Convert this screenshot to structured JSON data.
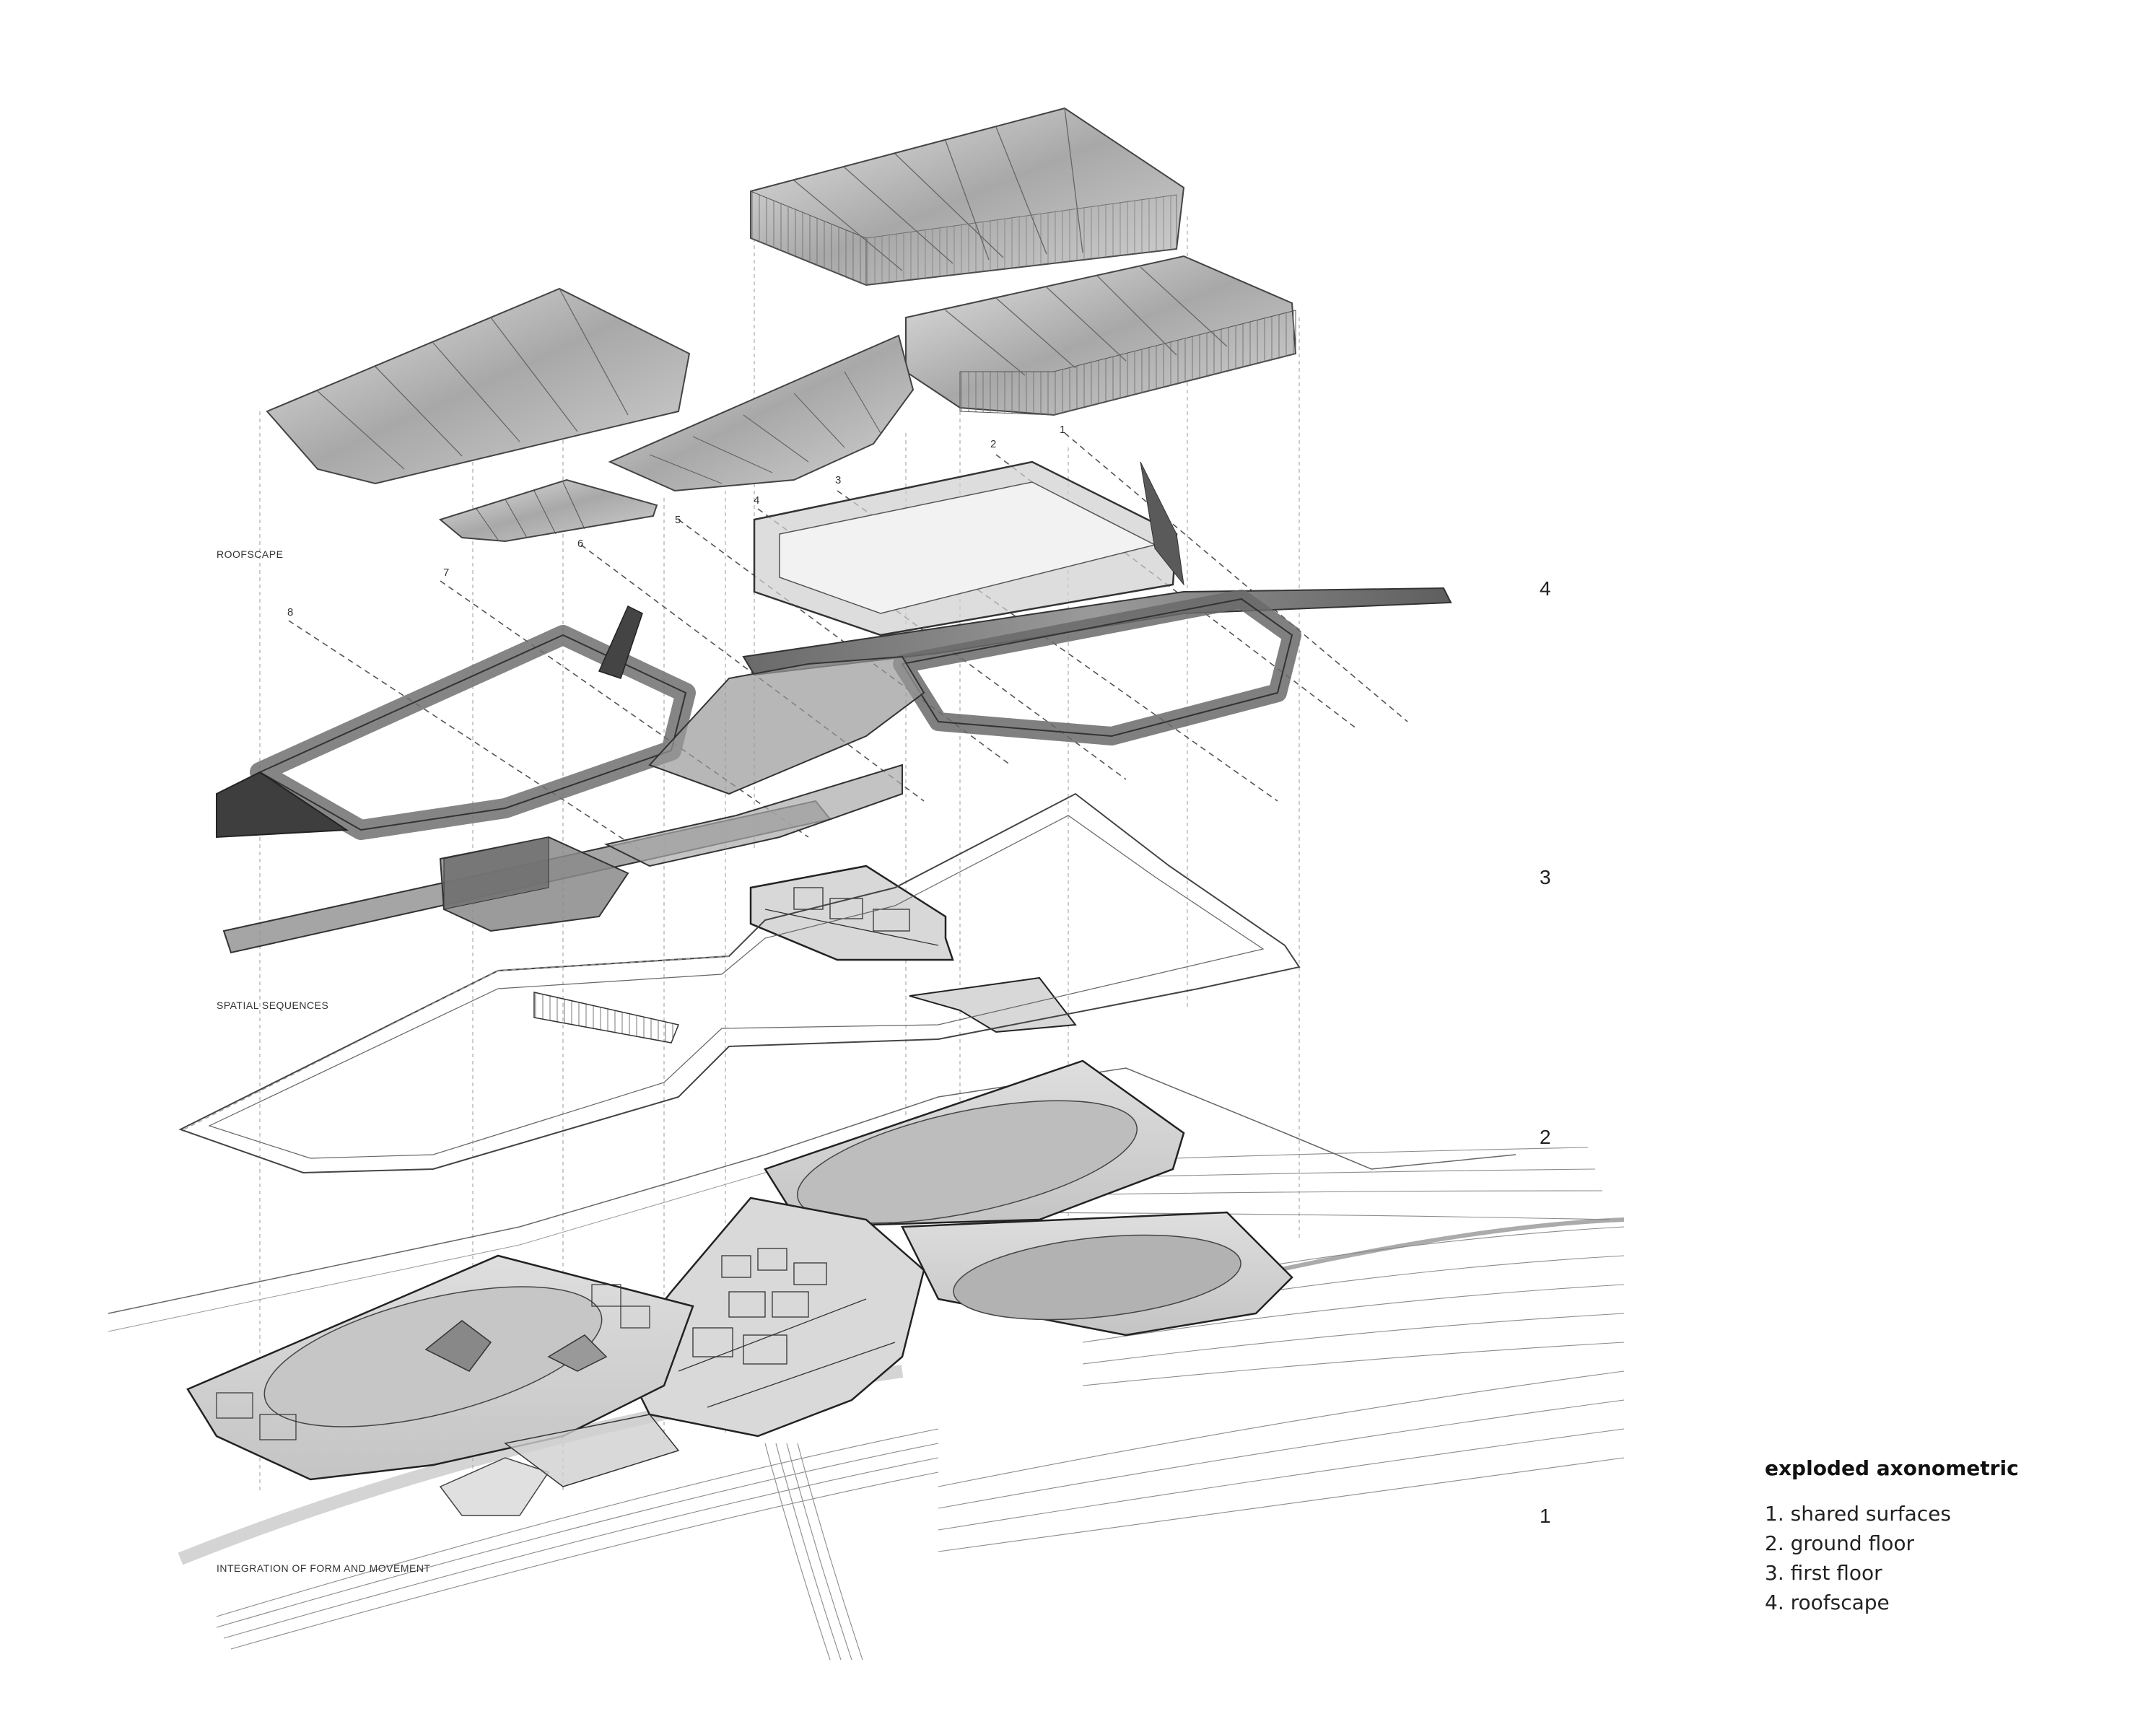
{
  "layer_labels": {
    "roofscape": "ROOFSCAPE",
    "spatial_sequences": "SPATIAL SEQUENCES",
    "integration": "INTEGRATION OF FORM AND MOVEMENT"
  },
  "level_numbers": [
    "4",
    "3",
    "2",
    "1"
  ],
  "section_callouts": [
    "1",
    "2",
    "3",
    "4",
    "5",
    "6",
    "7",
    "8"
  ],
  "legend": {
    "title": "exploded axonometric",
    "items": [
      "1. shared surfaces",
      "2. ground floor",
      "3. first floor",
      "4. roofscape"
    ]
  },
  "colors": {
    "background": "#ffffff",
    "line": "#444444",
    "fill": "#b9b9b9",
    "dark": "#555555"
  }
}
